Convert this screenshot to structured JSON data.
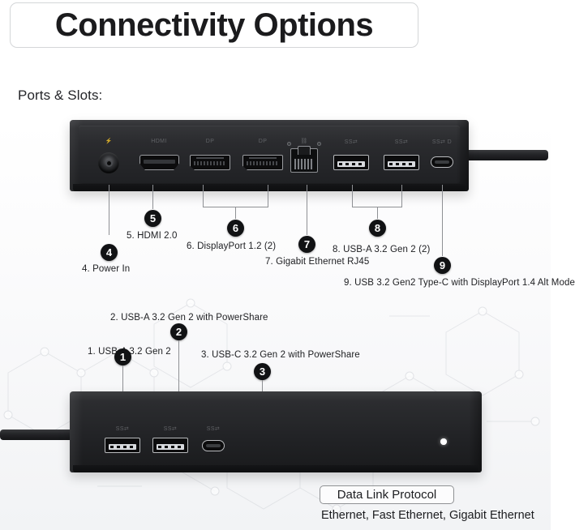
{
  "header": {
    "title": "Connectivity Options"
  },
  "section": {
    "label": "Ports & Slots:"
  },
  "back_panel": {
    "port_glyphs": [
      {
        "name": "power-glyph",
        "text": "⚡"
      },
      {
        "name": "hdmi-glyph",
        "text": "HDMI"
      },
      {
        "name": "displayport-glyph-1",
        "text": "DP"
      },
      {
        "name": "displayport-glyph-2",
        "text": "DP"
      },
      {
        "name": "ethernet-glyph",
        "text": "⛓"
      },
      {
        "name": "usb-ss-glyph-1",
        "text": "SS⇄"
      },
      {
        "name": "usb-ss-glyph-2",
        "text": "SS⇄"
      },
      {
        "name": "usb-c-ss-glyph",
        "text": "SS⇄ D"
      }
    ]
  },
  "callouts": [
    {
      "number": "1",
      "caption": "1. USB-A 3.2 Gen 2",
      "marker_name": "callout-marker-1",
      "caption_name": "callout-caption-1"
    },
    {
      "number": "2",
      "caption": "2. USB-A 3.2 Gen 2 with PowerShare",
      "marker_name": "callout-marker-2",
      "caption_name": "callout-caption-2"
    },
    {
      "number": "3",
      "caption": "3. USB-C 3.2 Gen 2 with PowerShare",
      "marker_name": "callout-marker-3",
      "caption_name": "callout-caption-3"
    },
    {
      "number": "4",
      "caption": "4. Power In",
      "marker_name": "callout-marker-4",
      "caption_name": "callout-caption-4"
    },
    {
      "number": "5",
      "caption": "5. HDMI 2.0",
      "marker_name": "callout-marker-5",
      "caption_name": "callout-caption-5"
    },
    {
      "number": "6",
      "caption": "6. DisplayPort 1.2 (2)",
      "marker_name": "callout-marker-6",
      "caption_name": "callout-caption-6"
    },
    {
      "number": "7",
      "caption": "7. Gigabit Ethernet RJ45",
      "marker_name": "callout-marker-7",
      "caption_name": "callout-caption-7"
    },
    {
      "number": "8",
      "caption": "8. USB-A 3.2 Gen 2 (2)",
      "marker_name": "callout-marker-8",
      "caption_name": "callout-caption-8"
    },
    {
      "number": "9",
      "caption": "9. USB 3.2 Gen2 Type-C with DisplayPort 1.4 Alt Mode",
      "marker_name": "callout-marker-9",
      "caption_name": "callout-caption-9"
    }
  ],
  "footer": {
    "pill_label": "Data Link Protocol",
    "value": "Ethernet, Fast Ethernet, Gigabit Ethernet"
  },
  "colors": {
    "dock_body": "#222326",
    "marker_fill": "#111214",
    "marker_text": "#ffffff",
    "leader_line": "#8e9094",
    "text": "#1b1c1f",
    "pill_border": "#d4d6d8",
    "page_bg": "#ffffff"
  }
}
